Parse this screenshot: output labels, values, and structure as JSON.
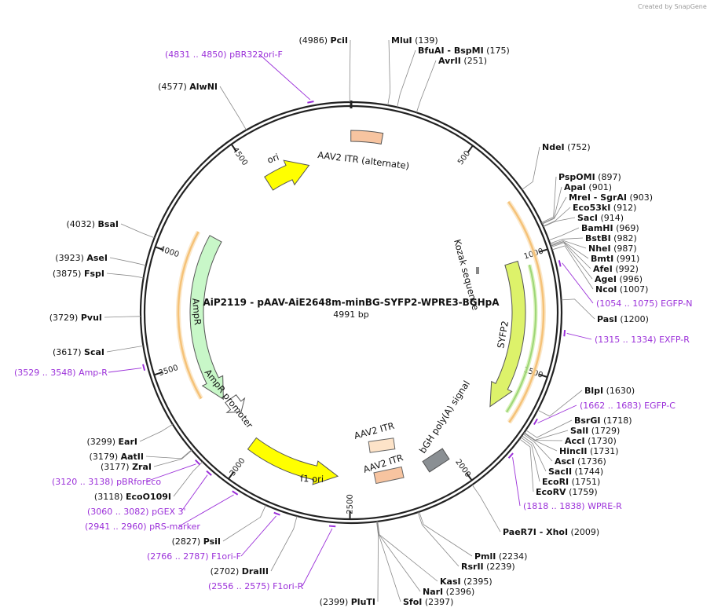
{
  "credit": "Created by SnapGene",
  "plasmid": {
    "name": "AiP2119 - pAAV-AiE2648m-minBG-SYFP2-WPRE3-BGHpA",
    "size_label": "4991 bp",
    "length": 4991
  },
  "sites": [
    {
      "key": "pci",
      "pos": 4986,
      "label": "PciI",
      "num": "(4986)"
    },
    {
      "key": "mlu",
      "pos": 139,
      "label": "MluI",
      "num": "(139)"
    },
    {
      "key": "bfua",
      "pos": 175,
      "label": "BfuAI  - BspMI",
      "num": "(175)"
    },
    {
      "key": "avr",
      "pos": 251,
      "label": "AvrII",
      "num": "(251)"
    },
    {
      "key": "nde",
      "pos": 752,
      "label": "NdeI",
      "num": "(752)"
    },
    {
      "key": "pspomi",
      "pos": 897,
      "label": "PspOMI",
      "num": "(897)"
    },
    {
      "key": "apa",
      "pos": 901,
      "label": "ApaI",
      "num": "(901)"
    },
    {
      "key": "mre",
      "pos": 903,
      "label": "MreI  - SgrAI",
      "num": "(903)"
    },
    {
      "key": "eco53",
      "pos": 912,
      "label": "Eco53kI",
      "num": "(912)"
    },
    {
      "key": "sac",
      "pos": 914,
      "label": "SacI",
      "num": "(914)"
    },
    {
      "key": "bam",
      "pos": 969,
      "label": "BamHI",
      "num": "(969)"
    },
    {
      "key": "bstbi",
      "pos": 982,
      "label": "BstBI",
      "num": "(982)"
    },
    {
      "key": "nhe",
      "pos": 987,
      "label": "NheI",
      "num": "(987)"
    },
    {
      "key": "bmt",
      "pos": 991,
      "label": "BmtI",
      "num": "(991)"
    },
    {
      "key": "afe",
      "pos": 992,
      "label": "AfeI",
      "num": "(992)"
    },
    {
      "key": "age",
      "pos": 996,
      "label": "AgeI",
      "num": "(996)"
    },
    {
      "key": "nco",
      "pos": 1007,
      "label": "NcoI",
      "num": "(1007)"
    },
    {
      "key": "pas",
      "pos": 1200,
      "label": "PasI",
      "num": "(1200)"
    },
    {
      "key": "blp",
      "pos": 1630,
      "label": "BlpI",
      "num": "(1630)"
    },
    {
      "key": "bsrgi",
      "pos": 1718,
      "label": "BsrGI",
      "num": "(1718)"
    },
    {
      "key": "sal",
      "pos": 1729,
      "label": "SalI",
      "num": "(1729)"
    },
    {
      "key": "acc",
      "pos": 1730,
      "label": "AccI",
      "num": "(1730)"
    },
    {
      "key": "hinc",
      "pos": 1731,
      "label": "HincII",
      "num": "(1731)"
    },
    {
      "key": "asc",
      "pos": 1736,
      "label": "AscI",
      "num": "(1736)"
    },
    {
      "key": "sacii",
      "pos": 1744,
      "label": "SacII",
      "num": "(1744)"
    },
    {
      "key": "ecori",
      "pos": 1751,
      "label": "EcoRI",
      "num": "(1751)"
    },
    {
      "key": "ecorv",
      "pos": 1759,
      "label": "EcoRV",
      "num": "(1759)"
    },
    {
      "key": "paer",
      "pos": 2009,
      "label": "PaeR7I  - XhoI",
      "num": "(2009)"
    },
    {
      "key": "pml",
      "pos": 2234,
      "label": "PmlI",
      "num": "(2234)"
    },
    {
      "key": "rsr",
      "pos": 2239,
      "label": "RsrII",
      "num": "(2239)"
    },
    {
      "key": "kas",
      "pos": 2395,
      "label": "KasI",
      "num": "(2395)"
    },
    {
      "key": "nar",
      "pos": 2396,
      "label": "NarI",
      "num": "(2396)"
    },
    {
      "key": "sfo",
      "pos": 2397,
      "label": "SfoI",
      "num": "(2397)"
    },
    {
      "key": "plut",
      "pos": 2399,
      "label": "PluTI",
      "num": "(2399)"
    },
    {
      "key": "dra3",
      "pos": 2702,
      "label": "DraIII",
      "num": "(2702)"
    },
    {
      "key": "psi",
      "pos": 2827,
      "label": "PsiI",
      "num": "(2827)"
    },
    {
      "key": "eco109",
      "pos": 3118,
      "label": "EcoO109I",
      "num": "(3118)"
    },
    {
      "key": "zra",
      "pos": 3177,
      "label": "ZraI",
      "num": "(3177)"
    },
    {
      "key": "aat",
      "pos": 3179,
      "label": "AatII",
      "num": "(3179)"
    },
    {
      "key": "ear",
      "pos": 3299,
      "label": "EarI",
      "num": "(3299)"
    },
    {
      "key": "sca",
      "pos": 3617,
      "label": "ScaI",
      "num": "(3617)"
    },
    {
      "key": "pvu",
      "pos": 3729,
      "label": "PvuI",
      "num": "(3729)"
    },
    {
      "key": "fsp",
      "pos": 3875,
      "label": "FspI",
      "num": "(3875)"
    },
    {
      "key": "ase",
      "pos": 3923,
      "label": "AseI",
      "num": "(3923)"
    },
    {
      "key": "bsa",
      "pos": 4032,
      "label": "BsaI",
      "num": "(4032)"
    },
    {
      "key": "alwn",
      "pos": 4577,
      "label": "AlwNI",
      "num": "(4577)"
    }
  ],
  "primers": [
    {
      "key": "pbr322",
      "range": "(4831 .. 4850)",
      "label": "pBR322ori-F",
      "pos": 4840
    },
    {
      "key": "egfpn",
      "range": "(1054 .. 1075)",
      "label": "EGFP-N",
      "pos": 1064
    },
    {
      "key": "exfpr",
      "range": "(1315 .. 1334)",
      "label": "EXFP-R",
      "pos": 1324
    },
    {
      "key": "egfpc",
      "range": "(1662 .. 1683)",
      "label": "EGFP-C",
      "pos": 1672
    },
    {
      "key": "wprer",
      "range": "(1818 .. 1838)",
      "label": "WPRE-R",
      "pos": 1828
    },
    {
      "key": "f1orir",
      "range": "(2556 .. 2575)",
      "label": "F1ori-R",
      "pos": 2565
    },
    {
      "key": "f1orif",
      "range": "(2766 .. 2787)",
      "label": "F1ori-F",
      "pos": 2776
    },
    {
      "key": "rsmarker",
      "range": "(2941 .. 2960)",
      "label": "pRS-marker",
      "pos": 2950
    },
    {
      "key": "pgex3",
      "range": "(3060 .. 3082)",
      "label": "pGEX 3'",
      "pos": 3071
    },
    {
      "key": "pbrforeco",
      "range": "(3120 .. 3138)",
      "label": "pBRforEco",
      "pos": 3129
    },
    {
      "key": "ampr",
      "range": "(3529 .. 3548)",
      "label": "Amp-R",
      "pos": 3538
    }
  ],
  "ticks": [
    "500",
    "1000",
    "1500",
    "2000",
    "2500",
    "3000",
    "3500",
    "4000",
    "4500"
  ],
  "features": {
    "ori": "ori",
    "itr_alt": "AAV2 ITR (alternate)",
    "kozak": "Kozak sequence",
    "syfp2": "SYFP2",
    "bgh": "bGH poly(A) signal",
    "itr1": "AAV2 ITR",
    "itr2": "AAV2 ITR",
    "f1ori": "f1 ori",
    "ampr": "AmpR",
    "amprp": "AmpR promoter"
  },
  "colors": {
    "ori": "#ffff00",
    "itr": "#f7c4a0",
    "syfp2": "#ddf26a",
    "amp": "#c8f7c8",
    "orf": "#f0a030",
    "grey": "#8a8f93",
    "primer": "#9b30d9"
  }
}
